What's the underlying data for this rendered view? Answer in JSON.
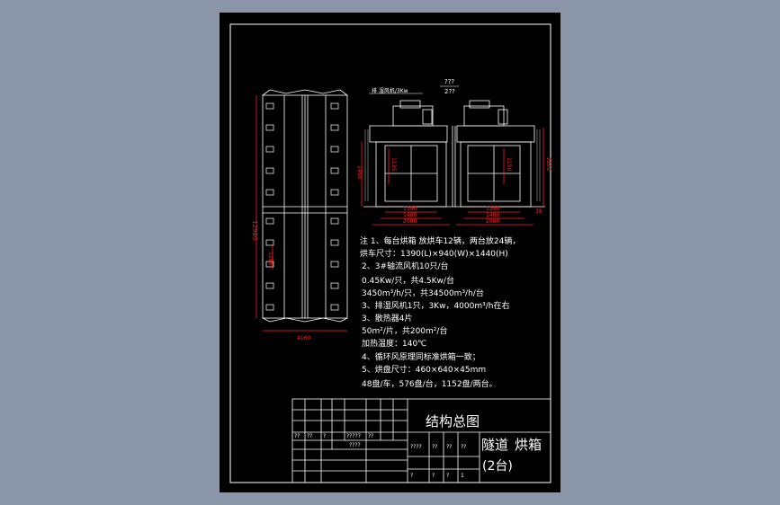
{
  "colors": {
    "background": "#8a96a8",
    "sheet": "#000000",
    "line": "#ffffff",
    "dimension": "#ff2020",
    "hatch": "#cccccc"
  },
  "plan": {
    "dim_width": "4160",
    "dim_height": "12980",
    "dim_side": "1280"
  },
  "elevation": {
    "fan_label": "排 湿风机/3Kw",
    "fan_note_top": "???",
    "fan_note_bottom": "2??",
    "dim_1390": "1390",
    "dim_1480": "1480",
    "dim_2080": "2080",
    "dim_1390_right": "1390",
    "dim_1480_right": "1480",
    "dim_2080_right": "2080",
    "dim_height_left": "1450",
    "dim_height_right": "2800",
    "dim_inner_left": "1135",
    "dim_inner_right": "1150",
    "dim_38": "38"
  },
  "notes": [
    "注  1、每台烘箱  放烘车12辆，两台放24辆，",
    "  烘车尺寸：1390(L)×940(W)×1440(H)",
    "2、3#轴流风机10只/台",
    "  0.45Kw/只，共4.5Kw/台",
    "  3450m³/h/只，共34500m³/h/台",
    "3、排湿风机1只，3Kw，4000m³/h在右",
    "3、散热器4片",
    "  50m²/片，共200m²/台",
    "  加热温度：140℃",
    "4、循环风原理同标准烘箱一致；",
    "5、烘盘尺寸：460×640×45mm",
    "  48盘/车，576盘/台，1152盘/两台。"
  ],
  "title_block": {
    "title": "结构总图",
    "subtitle_prefix": "隧道",
    "subtitle_main": "烘箱",
    "subtitle_qty": "(2台)",
    "codes": [
      "??",
      "??",
      "?",
      "?????",
      "??",
      "????",
      "????",
      "??",
      "??",
      "??",
      "?",
      "?",
      "?",
      "1"
    ]
  }
}
